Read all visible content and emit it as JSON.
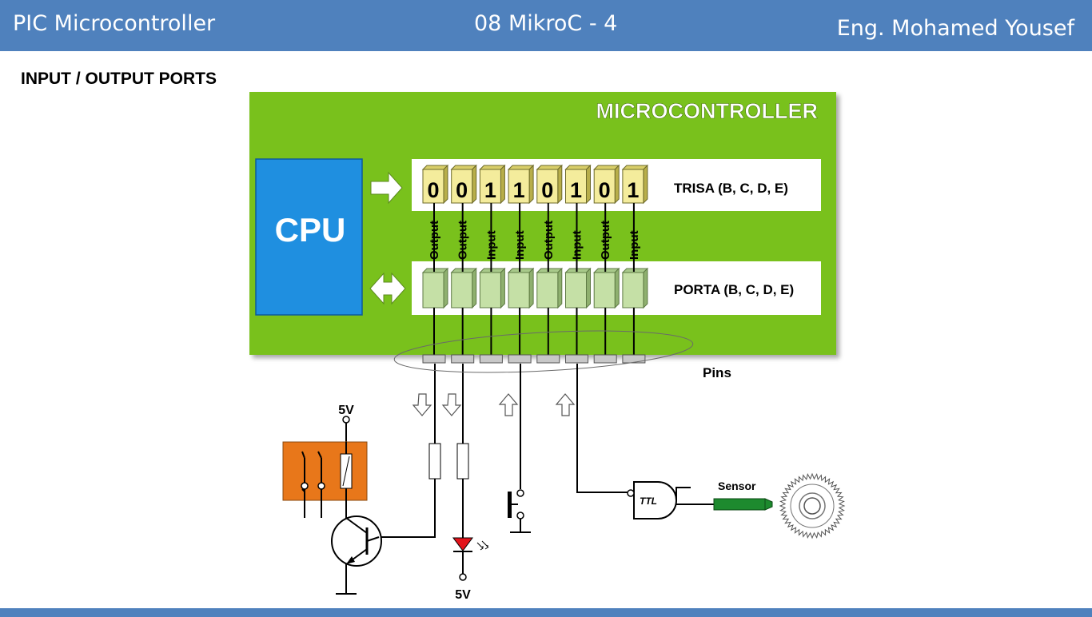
{
  "header": {
    "left": "PIC Microcontroller",
    "center": "08 MikroC - 4",
    "right": "Eng. Mohamed Yousef"
  },
  "section_title": "INPUT / OUTPUT PORTS",
  "diagram": {
    "mcu_label": "MICROCONTROLLER",
    "cpu_label": "CPU",
    "trisa_label": "TRISA (B, C, D, E)",
    "porta_label": "PORTA (B, C, D, E)",
    "bits": [
      "0",
      "0",
      "1",
      "1",
      "0",
      "1",
      "0",
      "1"
    ],
    "directions": [
      "Output",
      "Output",
      "Input",
      "Input",
      "Output",
      "Input",
      "Output",
      "Input"
    ],
    "pins_label": "Pins",
    "voltage_relay": "5V",
    "voltage_led": "5V",
    "sensor_label": "Sensor",
    "gate_label": "TTL"
  },
  "colors": {
    "header": "#4f81bd",
    "mcu_green": "#79c11d",
    "cpu_blue": "#1f8fe0",
    "register_yellow": "#f4ec9c",
    "port_green": "#c5e0a6",
    "relay_orange": "#e8771a",
    "led_red": "#e3141b",
    "sensor_green": "#1d8a2e"
  }
}
